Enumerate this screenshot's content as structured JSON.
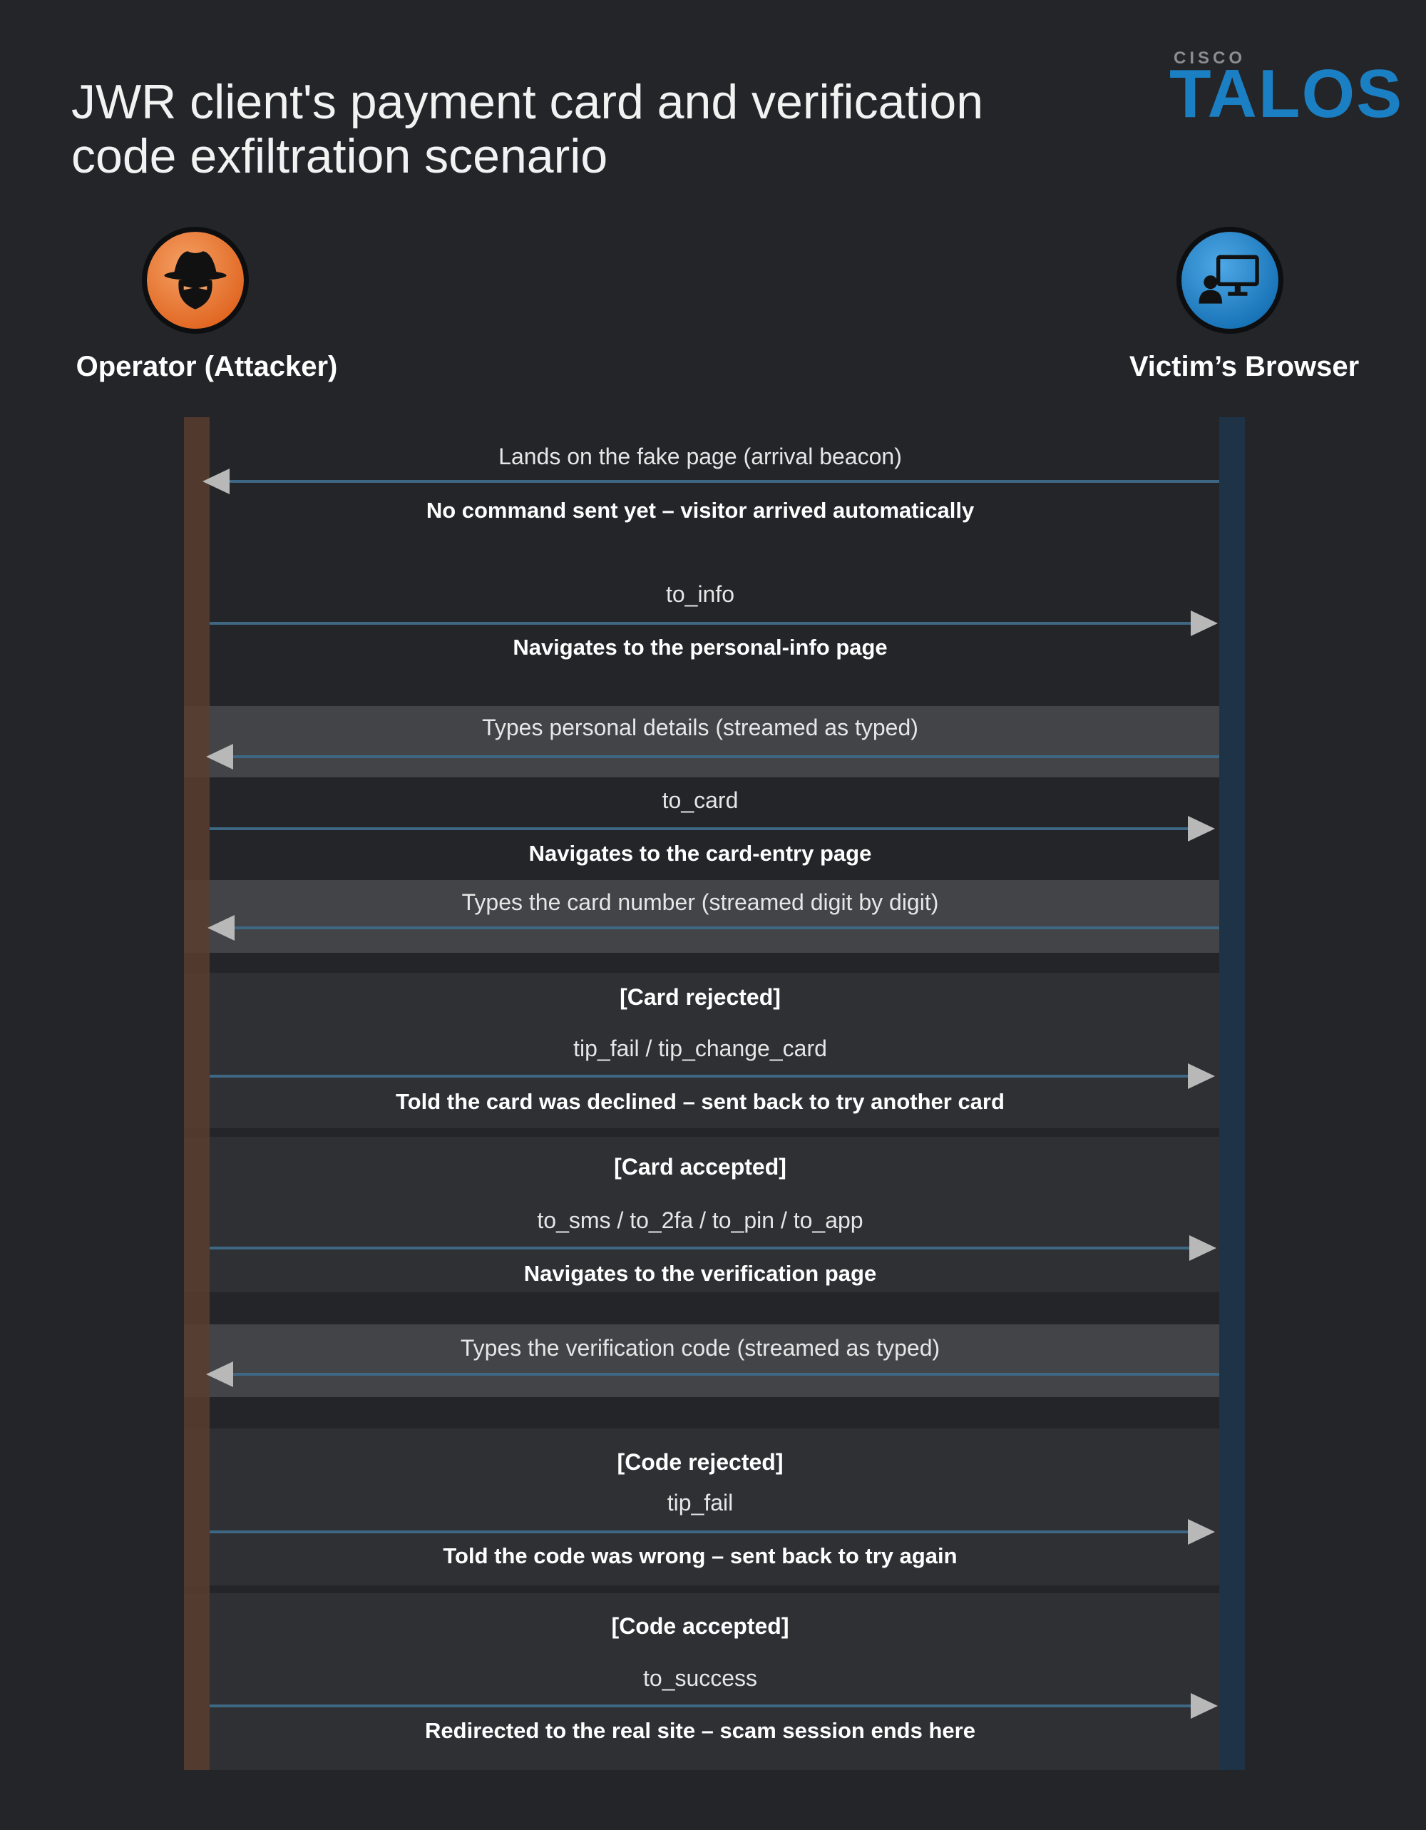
{
  "header": {
    "title_line1": "JWR client's payment card and verification",
    "title_line2": "code exfiltration scenario",
    "logo_small": "CISCO",
    "logo_big": "TALOS"
  },
  "actors": {
    "left": {
      "label": "Operator (Attacker)",
      "icon": "hacker-icon",
      "color": "#e8702a"
    },
    "right": {
      "label": "Victim’s Browser",
      "icon": "computer-user-icon",
      "color": "#1b7fc4"
    }
  },
  "colors": {
    "background": "#242529",
    "left_lifeline": "#5b3d2f",
    "right_lifeline": "#1f3346",
    "arrow": "#3e6784",
    "arrow_head": "#b8b8b8"
  },
  "messages": {
    "m1": {
      "label": "Lands on the fake page (arrival beacon)",
      "note": "No command sent yet – visitor arrived automatically"
    },
    "m2": {
      "label": "to_info",
      "note": "Navigates to the personal-info page"
    },
    "m3": {
      "label": "Types personal details (streamed as typed)"
    },
    "m4": {
      "label": "to_card",
      "note": "Navigates to the card-entry page"
    },
    "m5": {
      "label": "Types the card number (streamed digit by digit)"
    },
    "m6": {
      "guard": "[Card rejected]",
      "label": "tip_fail / tip_change_card",
      "note": "Told the card was declined – sent back to try another card"
    },
    "m7": {
      "guard": "[Card accepted]",
      "label": "to_sms / to_2fa / to_pin / to_app",
      "note": "Navigates to the verification page"
    },
    "m8": {
      "label": "Types the verification code (streamed as typed)"
    },
    "m9": {
      "guard": "[Code rejected]",
      "label": "tip_fail",
      "note": "Told the code was wrong – sent back to try again"
    },
    "m10": {
      "guard": "[Code accepted]",
      "label": "to_success",
      "note": "Redirected to the real site – scam session ends here"
    }
  }
}
